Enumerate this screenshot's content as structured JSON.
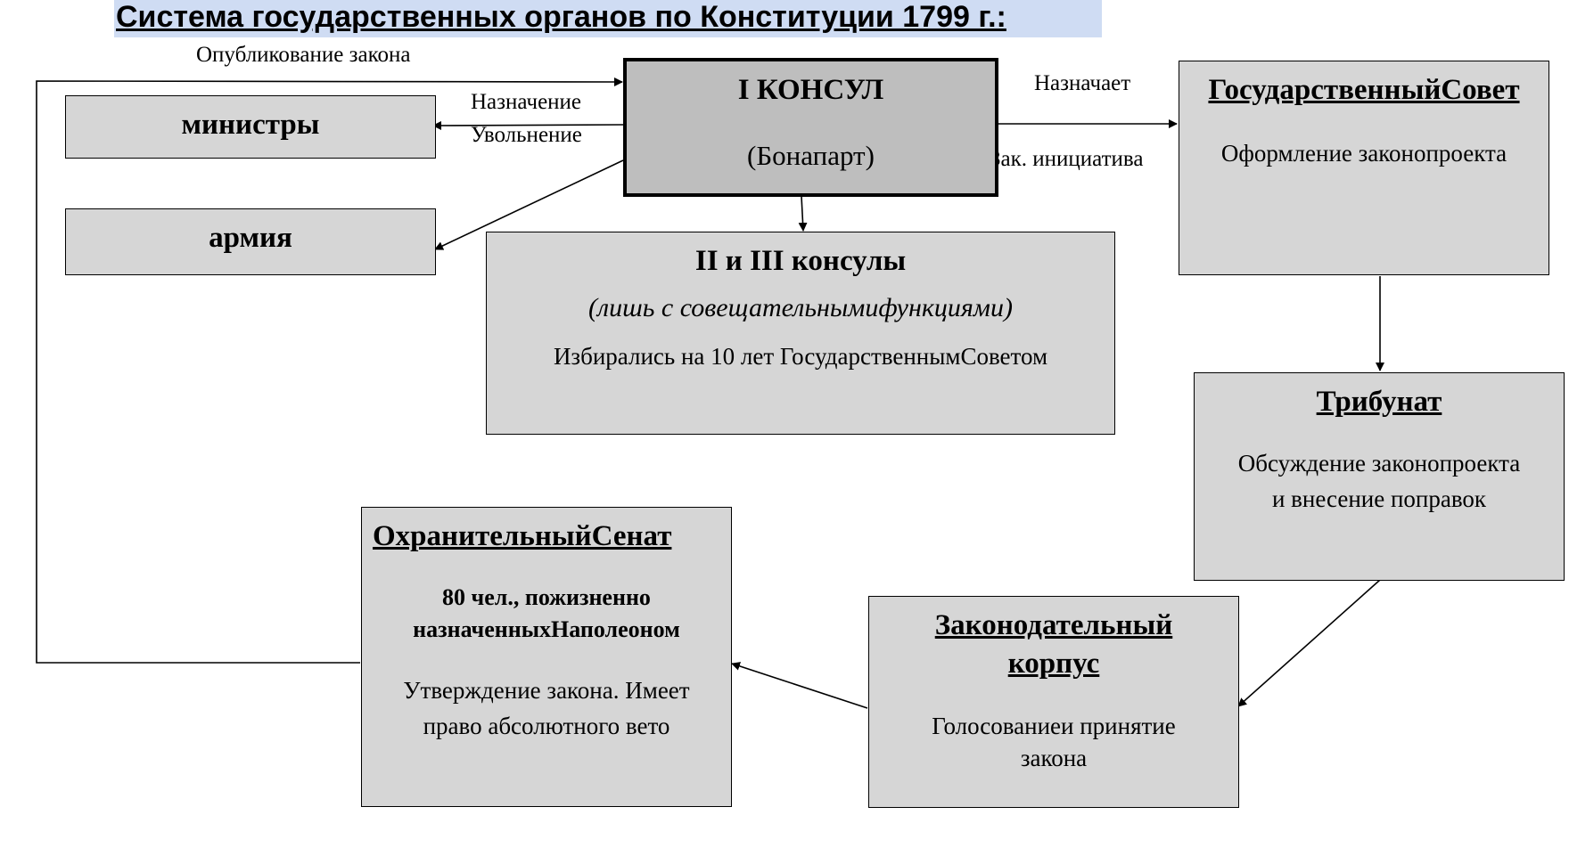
{
  "title": "Система государственных органов по Конституции 1799 г.:",
  "labels": {
    "publication": "Опубликование закона",
    "appointment": "Назначение",
    "dismissal": "Увольнение",
    "appoints": "Назначает",
    "initiative": "Зак. инициатива"
  },
  "consul": {
    "title": "I КОНСУЛ",
    "subtitle": "(Бонапарт)"
  },
  "ministers": {
    "title": "министры"
  },
  "army": {
    "title": "армия"
  },
  "consuls23": {
    "title": "II и III консулы",
    "note": "(лишь с совещательнымифункциями)",
    "desc": "Избирались на 10 лет ГосударственнымСоветом"
  },
  "state_council": {
    "title": "ГосударственныйСовет",
    "desc": "Оформление законопроекта"
  },
  "tribunate": {
    "title": "Трибунат",
    "desc1": "Обсуждение законопроекта",
    "desc2": "и внесение поправок"
  },
  "senate": {
    "title": "ОхранительныйСенат",
    "info1": "80 чел., пожизненно",
    "info2": "назначенныхНаполеоном",
    "desc1": "Утверждение закона. Имеет",
    "desc2": "право абсолютного вето"
  },
  "legislative": {
    "title1": "Законодательный",
    "title2": "корпус",
    "desc1": "Голосованиеи принятие",
    "desc2": "закона"
  }
}
